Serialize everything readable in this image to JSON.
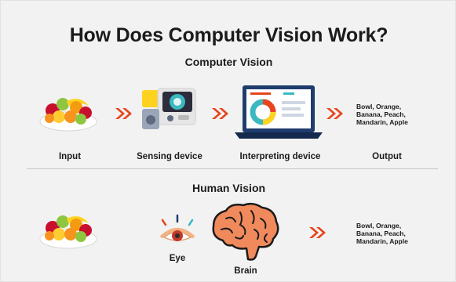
{
  "title": "How Does Computer Vision Work?",
  "computer_vision": {
    "heading": "Computer Vision",
    "steps": [
      {
        "label": "Input",
        "icon": "fruit-bowl-icon"
      },
      {
        "label": "Sensing device",
        "icon": "camera-icon"
      },
      {
        "label": "Interpreting device",
        "icon": "laptop-chart-icon"
      },
      {
        "label": "Output"
      }
    ],
    "output_lines": [
      "Bowl, Orange,",
      "Banana, Peach,",
      "Mandarin, Apple"
    ]
  },
  "human_vision": {
    "heading": "Human Vision",
    "eye_label": "Eye",
    "brain_label": "Brain",
    "output_lines": [
      "Bowl, Orange,",
      "Banana, Peach,",
      "Mandarin, Apple"
    ]
  },
  "colors": {
    "arrow": "#e8441d",
    "laptop": "#1f3c6e",
    "brain": "#f08a5d"
  }
}
